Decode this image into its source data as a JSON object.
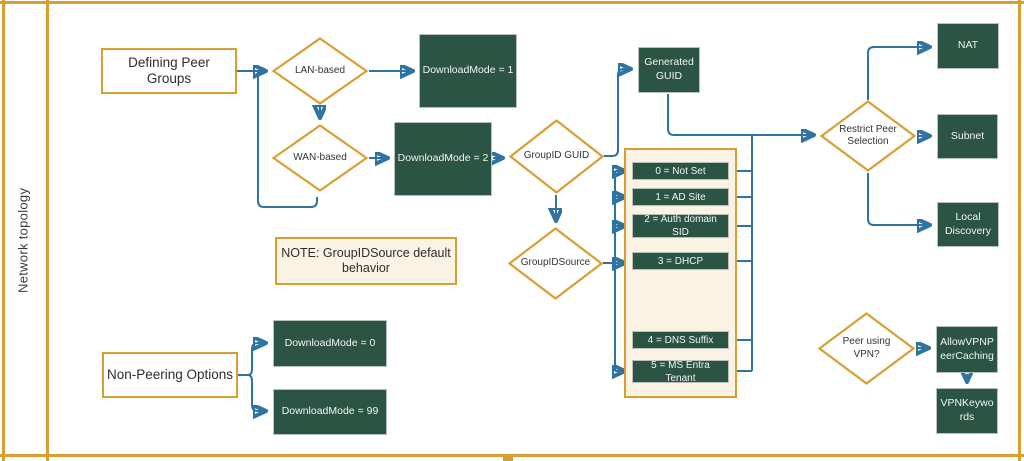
{
  "sidebar": {
    "label": "Network topology"
  },
  "nodes": {
    "defining_peer_groups": "Defining Peer Groups",
    "lan": "LAN-based",
    "wan": "WAN-based",
    "dm1": "DownloadMode = 1",
    "dm2": "DownloadMode = 2",
    "groupid_guid": "GroupID GUID",
    "groupidsource": "GroupIDSource",
    "generated_guid": "Generated GUID",
    "source_options": [
      "0 = Not Set",
      "1 = AD Site",
      "2 = Auth domain SID",
      "3 = DHCP",
      "4 = DNS Suffix",
      "5 = MS Entra Tenant"
    ],
    "restrict": "Restrict Peer Selection",
    "nat": "NAT",
    "subnet": "Subnet",
    "local_discovery": "Local Discovery",
    "note": "NOTE: GroupIDSource default behavior",
    "non_peering": "Non-Peering Options",
    "dm0": "DownloadMode = 0",
    "dm99": "DownloadMode = 99",
    "vpn_q": "Peer using VPN?",
    "allow_vpn": "AllowVPNPeerCaching",
    "vpn_keywords": "VPNKeywords"
  },
  "colors": {
    "accent_orange": "#d89e33",
    "node_green": "#2b5445",
    "connector_blue": "#2e73a2",
    "panel_cream": "#faf2e3"
  }
}
